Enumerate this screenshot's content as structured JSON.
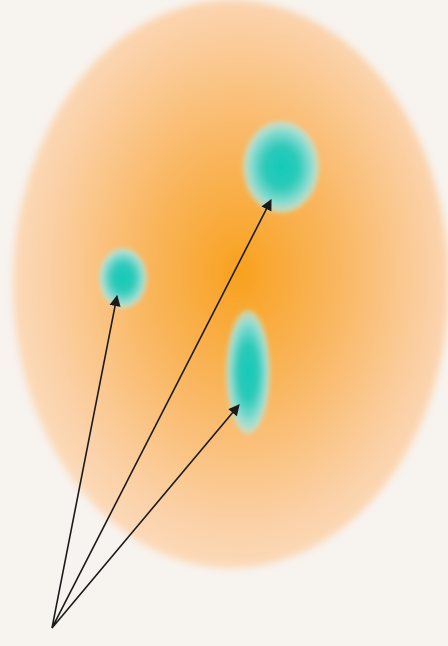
{
  "diagram": {
    "colors": {
      "background": "#f7f3ef",
      "body_center": "#f9a11e",
      "body_edge": "#fde2c8",
      "spot_core": "#14c9b8",
      "spot_halo": "#bfece7",
      "arrow": "#1a1a1a"
    },
    "elements": [
      {
        "name": "large-orange-ellipse",
        "kind": "ellipse"
      },
      {
        "name": "small-teal-spot-left",
        "kind": "spot"
      },
      {
        "name": "teal-spot-top-right",
        "kind": "spot"
      },
      {
        "name": "elongated-teal-spot-center",
        "kind": "spot"
      },
      {
        "name": "arrow-to-left-spot",
        "kind": "arrow"
      },
      {
        "name": "arrow-to-top-right-spot",
        "kind": "arrow"
      },
      {
        "name": "arrow-to-center-spot",
        "kind": "arrow"
      }
    ]
  }
}
